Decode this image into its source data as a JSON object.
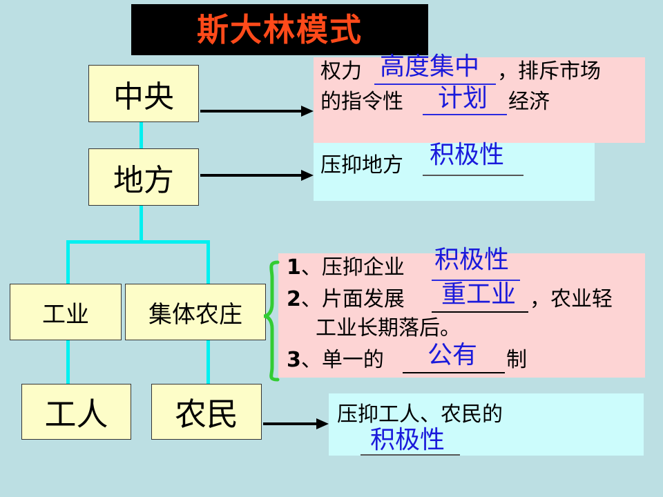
{
  "title": "斯大林模式",
  "nodes": {
    "central": "中央",
    "local": "地方",
    "industry": "工业",
    "collective_farm": "集体农庄",
    "workers": "工人",
    "farmers": "农民"
  },
  "panel1": {
    "line1_a": "权力",
    "answer1": "高度集中",
    "line1_b": "，排斥市场",
    "line2_a": "的指令性",
    "answer2": "计划",
    "line2_b": "经济"
  },
  "panel2": {
    "text": "压抑地方",
    "answer": "积极性"
  },
  "panel3": {
    "item1_num": "1",
    "item1_text": "、压抑企业",
    "item1_answer": "积极性",
    "item2_num": "2",
    "item2_text": "、片面发展",
    "item2_answer": "重工业",
    "item2_after": "，农业轻",
    "item2_cont": "工业长期落后。",
    "item3_num": "3",
    "item3_text": "、单一的",
    "item3_answer": "公有",
    "item3_after": "制"
  },
  "panel4": {
    "text": "压抑工人、农民的",
    "answer": "积极性"
  },
  "colors": {
    "background": "#bcdfe3",
    "title_bg": "#000000",
    "title_text": "#ff4a1a",
    "node_fill": "#fdfdc8",
    "connector": "#00f0f0",
    "panel_pink": "#fdd4d4",
    "panel_cyan": "#ccfcfc",
    "answer_text": "#1a1adb",
    "brace": "#33cc33"
  }
}
